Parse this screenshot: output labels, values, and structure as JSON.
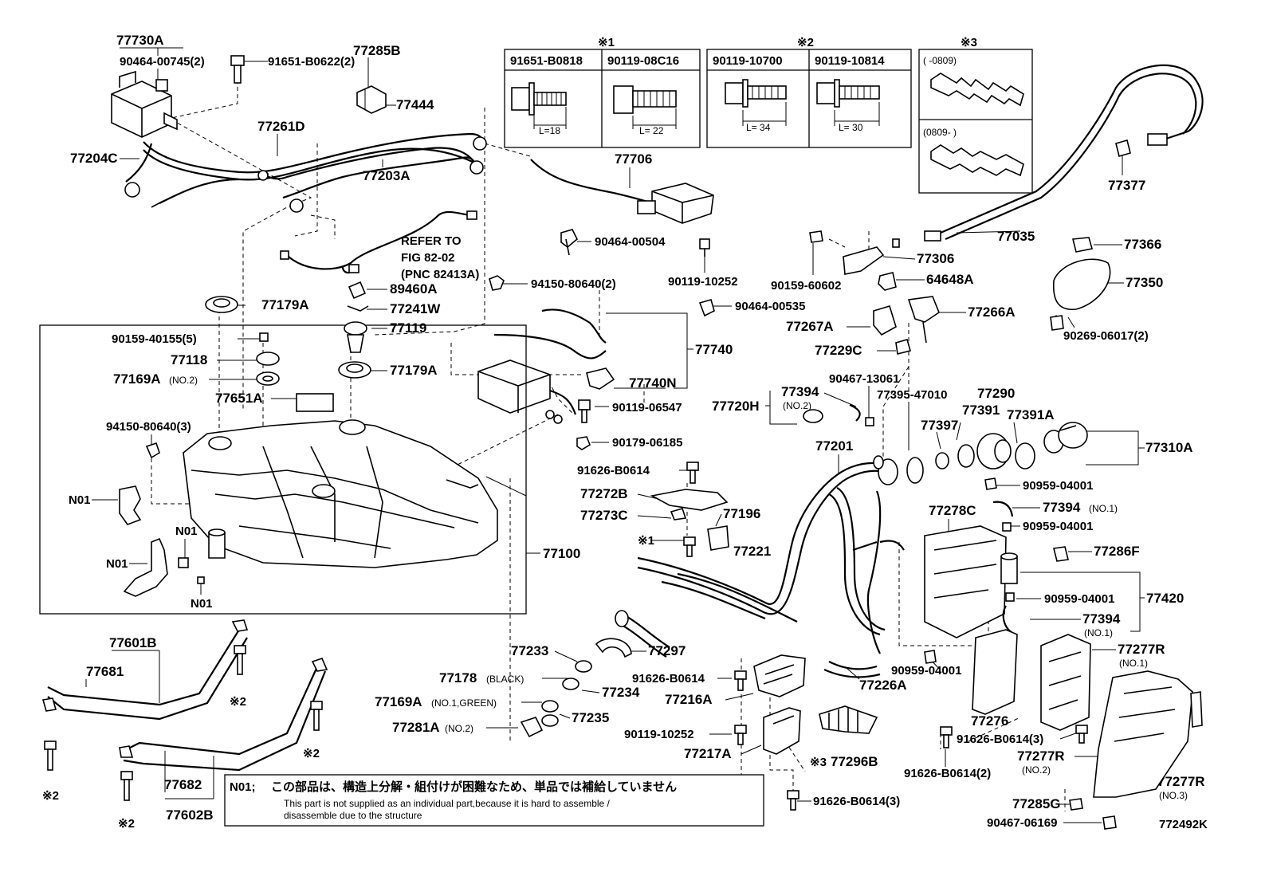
{
  "diagram": {
    "figure_code": "772492K",
    "labels": [
      {
        "id": "77730A",
        "text": "77730A"
      },
      {
        "id": "90464-00745",
        "text": "90464-00745(2)"
      },
      {
        "id": "91651-B0622",
        "text": "91651-B0622(2)"
      },
      {
        "id": "77285B",
        "text": "77285B"
      },
      {
        "id": "77444",
        "text": "77444"
      },
      {
        "id": "77261D",
        "text": "77261D"
      },
      {
        "id": "77204C",
        "text": "77204C"
      },
      {
        "id": "77203A",
        "text": "77203A"
      },
      {
        "id": "77706",
        "text": "77706"
      },
      {
        "id": "90464-00504",
        "text": "90464-00504"
      },
      {
        "id": "94150-80640-2",
        "text": "94150-80640(2)"
      },
      {
        "id": "90119-10252a",
        "text": "90119-10252"
      },
      {
        "id": "90464-00535",
        "text": "90464-00535"
      },
      {
        "id": "77740",
        "text": "77740"
      },
      {
        "id": "77740N",
        "text": "77740N"
      },
      {
        "id": "90119-06547",
        "text": "90119-06547"
      },
      {
        "id": "90179-06185",
        "text": "90179-06185"
      },
      {
        "id": "91626-B0614a",
        "text": "91626-B0614"
      },
      {
        "id": "77272B",
        "text": "77272B"
      },
      {
        "id": "77273C",
        "text": "77273C"
      },
      {
        "id": "77196",
        "text": "77196"
      },
      {
        "id": "77221",
        "text": "77221"
      },
      {
        "id": "77201",
        "text": "77201"
      },
      {
        "id": "77720H",
        "text": "77720H"
      },
      {
        "id": "77394-no2",
        "text": "77394"
      },
      {
        "id": "90467-13061",
        "text": "90467-13061"
      },
      {
        "id": "77395-47010",
        "text": "77395-47010"
      },
      {
        "id": "77290",
        "text": "77290"
      },
      {
        "id": "77397",
        "text": "77397"
      },
      {
        "id": "77391",
        "text": "77391"
      },
      {
        "id": "77391A",
        "text": "77391A"
      },
      {
        "id": "77310A",
        "text": "77310A"
      },
      {
        "id": "77179A-a",
        "text": "77179A"
      },
      {
        "id": "89460A",
        "text": "89460A"
      },
      {
        "id": "77241W",
        "text": "77241W"
      },
      {
        "id": "77119",
        "text": "77119"
      },
      {
        "id": "90159-40155",
        "text": "90159-40155(5)"
      },
      {
        "id": "77118",
        "text": "77118"
      },
      {
        "id": "77169A-no2",
        "text": "77169A"
      },
      {
        "id": "77179A-b",
        "text": "77179A"
      },
      {
        "id": "77651A",
        "text": "77651A"
      },
      {
        "id": "94150-80640-3",
        "text": "94150-80640(3)"
      },
      {
        "id": "77100",
        "text": "77100"
      },
      {
        "id": "77601B",
        "text": "77601B"
      },
      {
        "id": "77681",
        "text": "77681"
      },
      {
        "id": "77682",
        "text": "77682"
      },
      {
        "id": "77602B",
        "text": "77602B"
      },
      {
        "id": "77233",
        "text": "77233"
      },
      {
        "id": "77297",
        "text": "77297"
      },
      {
        "id": "77178",
        "text": "77178"
      },
      {
        "id": "77234",
        "text": "77234"
      },
      {
        "id": "77169A-no1",
        "text": "77169A"
      },
      {
        "id": "77235",
        "text": "77235"
      },
      {
        "id": "77281A",
        "text": "77281A"
      },
      {
        "id": "91626-B0614b",
        "text": "91626-B0614"
      },
      {
        "id": "77216A",
        "text": "77216A"
      },
      {
        "id": "90119-10252b",
        "text": "90119-10252"
      },
      {
        "id": "77217A",
        "text": "77217A"
      },
      {
        "id": "77296B",
        "text": "77296B"
      },
      {
        "id": "91626-B0614-3a",
        "text": "91626-B0614(3)"
      },
      {
        "id": "77226A",
        "text": "77226A"
      },
      {
        "id": "77035",
        "text": "77035"
      },
      {
        "id": "77377",
        "text": "77377"
      },
      {
        "id": "77306",
        "text": "77306"
      },
      {
        "id": "90159-60602",
        "text": "90159-60602"
      },
      {
        "id": "64648A",
        "text": "64648A"
      },
      {
        "id": "77366",
        "text": "77366"
      },
      {
        "id": "77350",
        "text": "77350"
      },
      {
        "id": "90269-06017",
        "text": "90269-06017(2)"
      },
      {
        "id": "77267A",
        "text": "77267A"
      },
      {
        "id": "77266A",
        "text": "77266A"
      },
      {
        "id": "77229C",
        "text": "77229C"
      },
      {
        "id": "77278C",
        "text": "77278C"
      },
      {
        "id": "90959-04001a",
        "text": "90959-04001"
      },
      {
        "id": "77394-no1a",
        "text": "77394"
      },
      {
        "id": "90959-04001b",
        "text": "90959-04001"
      },
      {
        "id": "77286F",
        "text": "77286F"
      },
      {
        "id": "90959-04001c",
        "text": "90959-04001"
      },
      {
        "id": "77420",
        "text": "77420"
      },
      {
        "id": "77394-no1b",
        "text": "77394"
      },
      {
        "id": "90959-04001d",
        "text": "90959-04001"
      },
      {
        "id": "77276",
        "text": "77276"
      },
      {
        "id": "77277R-no1",
        "text": "77277R"
      },
      {
        "id": "91626-B0614-3b",
        "text": "91626-B0614(3)"
      },
      {
        "id": "91626-B0614-2",
        "text": "91626-B0614(2)"
      },
      {
        "id": "77277R-no2",
        "text": "77277R"
      },
      {
        "id": "77277R-no3",
        "text": "77277R"
      },
      {
        "id": "77285G",
        "text": "77285G"
      },
      {
        "id": "90467-06169",
        "text": "90467-06169"
      }
    ],
    "qualifiers": {
      "no2": "(NO.2)",
      "no1": "(NO.1)",
      "no3": "(NO.3)",
      "black": "(BLACK)",
      "no1_green": "(NO.1,GREEN)"
    },
    "marks": {
      "m1": "※1",
      "m2": "※2",
      "m3": "※3",
      "n01": "N01"
    },
    "refer": [
      "REFER TO",
      "FIG 82-02",
      "(PNC 82413A)"
    ],
    "bolt_tables": {
      "t1": {
        "mark": "※1",
        "cols": [
          {
            "pn": "91651-B0818",
            "len": "L=18"
          },
          {
            "pn": "90119-08C16",
            "len": "L= 22"
          }
        ]
      },
      "t2": {
        "mark": "※2",
        "cols": [
          {
            "pn": "90119-10700",
            "len": "L= 34"
          },
          {
            "pn": "90119-10814",
            "len": "L= 30"
          }
        ]
      },
      "t3": {
        "mark": "※3",
        "rows": [
          {
            "range": "(     -0809)"
          },
          {
            "range": "(0809-      )"
          }
        ]
      }
    },
    "note": {
      "code": "N01;",
      "jp": "この部品は、構造上分解・組付けが困難なため、単品では補給していません",
      "en1": "This part is not supplied as an individual part,because it is hard to assemble /",
      "en2": "disassemble due to the structure"
    }
  }
}
